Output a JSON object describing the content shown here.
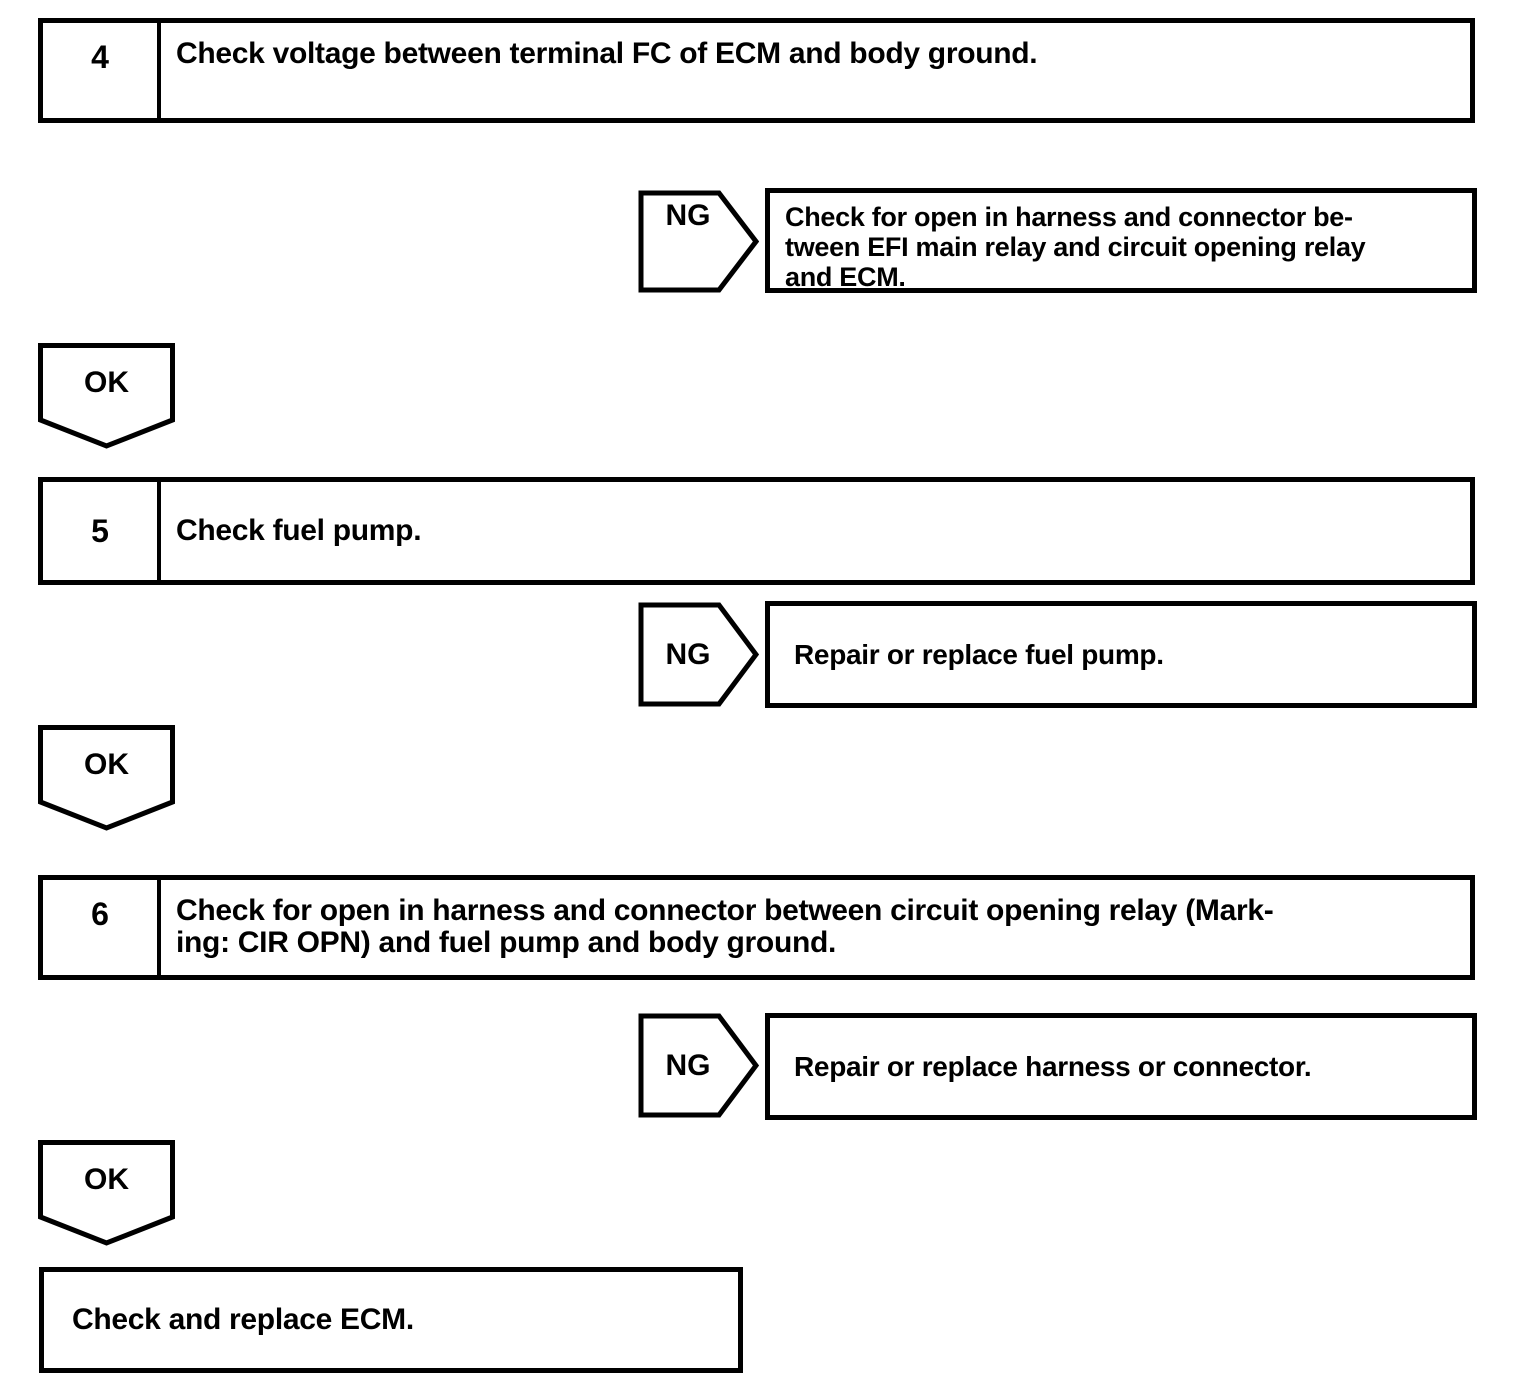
{
  "diagram": {
    "type": "troubleshooting-flowchart",
    "colors": {
      "line": "#000000",
      "background": "#ffffff",
      "text": "#000000"
    },
    "steps": [
      {
        "number": "4",
        "instruction_lines": [
          "Check voltage between terminal FC of ECM and body ground."
        ]
      },
      {
        "number": "5",
        "instruction_lines": [
          "Check fuel pump."
        ]
      },
      {
        "number": "6",
        "instruction_lines": [
          "Check for open in harness and connector between circuit opening relay (Mark-",
          "ing: CIR OPN) and fuel pump and body ground."
        ]
      }
    ],
    "ng_branches": [
      {
        "label": "NG",
        "action_lines": [
          "Check for open in harness and connector be-",
          "tween EFI main relay and circuit opening relay",
          "and ECM."
        ]
      },
      {
        "label": "NG",
        "action_lines": [
          "Repair or replace fuel pump."
        ]
      },
      {
        "label": "NG",
        "action_lines": [
          "Repair or replace harness or connector."
        ]
      }
    ],
    "ok_markers": [
      {
        "label": "OK"
      },
      {
        "label": "OK"
      },
      {
        "label": "OK"
      }
    ],
    "final_box": {
      "text": "Check and replace ECM."
    }
  }
}
